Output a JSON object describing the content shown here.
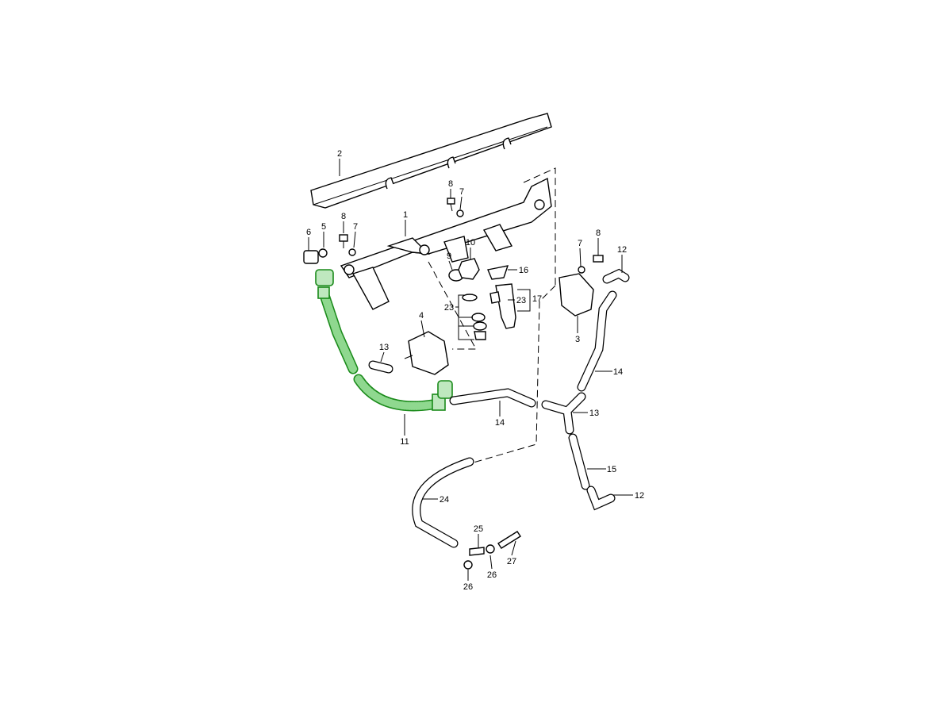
{
  "diagram": {
    "title": "Fuel distributor / injection parts diagram",
    "highlight_color": "#1a8a1a",
    "labels": [
      "2",
      "8",
      "7",
      "1",
      "8",
      "7",
      "5",
      "6",
      "9",
      "10",
      "16",
      "23",
      "23",
      "17",
      "4",
      "13",
      "7",
      "8",
      "12",
      "3",
      "14",
      "13",
      "14",
      "11",
      "15",
      "12",
      "24",
      "25",
      "27",
      "26",
      "26"
    ]
  }
}
